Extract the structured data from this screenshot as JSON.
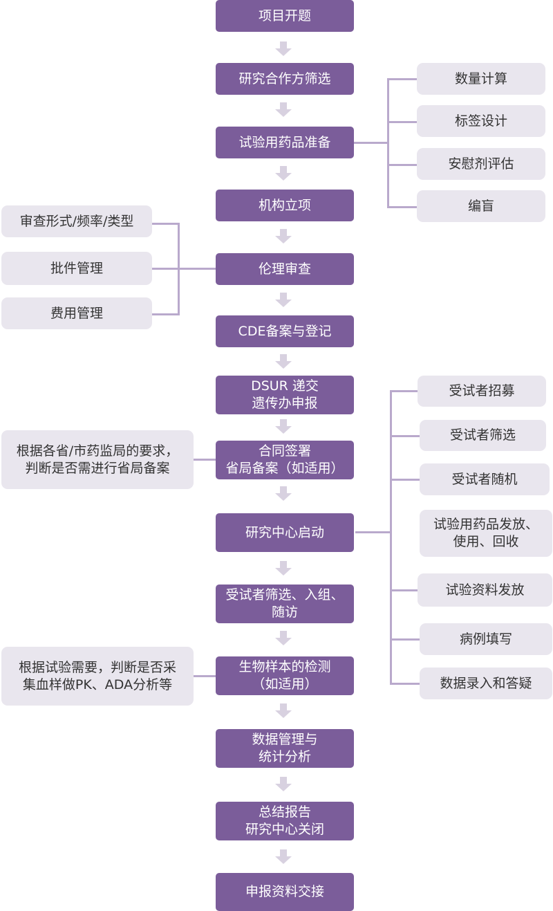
{
  "main_steps": [
    [
      "项目开题"
    ],
    [
      "研究合作方筛选"
    ],
    [
      "试验用药品准备"
    ],
    [
      "机构立项"
    ],
    [
      "伦理审查"
    ],
    [
      "CDE备案与登记"
    ],
    [
      "DSUR 递交",
      "遗传办申报"
    ],
    [
      "合同签署",
      "省局备案（如适用）"
    ],
    [
      "研究中心启动"
    ],
    [
      "受试者筛选、入组、",
      "随访"
    ],
    [
      "生物样本的检测",
      "（如适用）"
    ],
    [
      "数据管理与",
      "统计分析"
    ],
    [
      "总结报告",
      "研究中心关闭"
    ],
    [
      "申报资料交接"
    ]
  ],
  "drug_prep_details": [
    "数量计算",
    "标签设计",
    "安慰剂评估",
    "编盲"
  ],
  "ethics_details": [
    "审查形式/频率/类型",
    "批件管理",
    "费用管理"
  ],
  "site_start_details": [
    [
      "受试者招募"
    ],
    [
      "受试者筛选"
    ],
    [
      "受试者随机"
    ],
    [
      "试验用药品发放、",
      "使用、回收"
    ],
    [
      "试验资料发放"
    ],
    [
      "病例填写"
    ],
    [
      "数据录入和答疑"
    ]
  ],
  "contract_note": [
    "根据各省/市药监局的要求，",
    "判断是否需进行省局备案"
  ],
  "sample_note": [
    "根据试验需要，判断是否采",
    "集血样做PK、ADA分析等"
  ],
  "colors": {
    "main_box": "#7b5d9a",
    "side_box": "#e9e6ee",
    "connector": "#b9a9cc",
    "arrow": "#d8d1e0"
  }
}
